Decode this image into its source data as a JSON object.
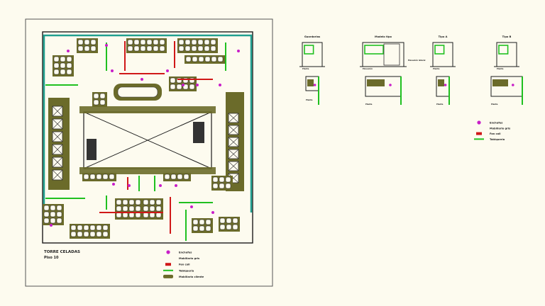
{
  "plan": {
    "title": "TORRE CELADAS",
    "subtitle": "Piso 10"
  },
  "legend_main": [
    {
      "label": "Enchufes",
      "symbol": "dot",
      "color": "#c81ec8"
    },
    {
      "label": "Mobiliario gris",
      "symbol": "none",
      "color": "#333333"
    },
    {
      "label": "Fan coil",
      "symbol": "box",
      "color": "#d01818"
    },
    {
      "label": "Tabiquería",
      "symbol": "line",
      "color": "#20c020"
    },
    {
      "label": "Mobiliario cliente",
      "symbol": "furniture",
      "color": "#6b6b2a"
    }
  ],
  "legend_right": [
    {
      "label": "Enchufes",
      "symbol": "dot",
      "color": "#c81ec8"
    },
    {
      "label": "Mobiliario gris",
      "symbol": "none",
      "color": "#333333"
    },
    {
      "label": "Fan coil",
      "symbol": "box",
      "color": "#d01818"
    },
    {
      "label": "Tabiquería",
      "symbol": "line",
      "color": "#20c020"
    }
  ],
  "details": [
    {
      "title": "Guardarias",
      "elev_label": "Planta",
      "plan_label": "Planta",
      "side_label": ""
    },
    {
      "title": "Modelo tipo",
      "elev_label": "Elevación",
      "plan_label": "Planta",
      "side_label": "Elevación lateral"
    },
    {
      "title": "Tipo A",
      "elev_label": "Planta",
      "plan_label": "Planta",
      "side_label": ""
    },
    {
      "title": "Tipo B",
      "elev_label": "Planta",
      "plan_label": "Planta",
      "side_label": ""
    }
  ],
  "colors": {
    "background": "#fdfbef",
    "wall": "#1c1c1c",
    "furniture": "#6b6b2a",
    "partition_green": "#20c020",
    "partition_teal": "#20a090",
    "fan_coil": "#d01818",
    "outlet": "#c81ec8"
  }
}
